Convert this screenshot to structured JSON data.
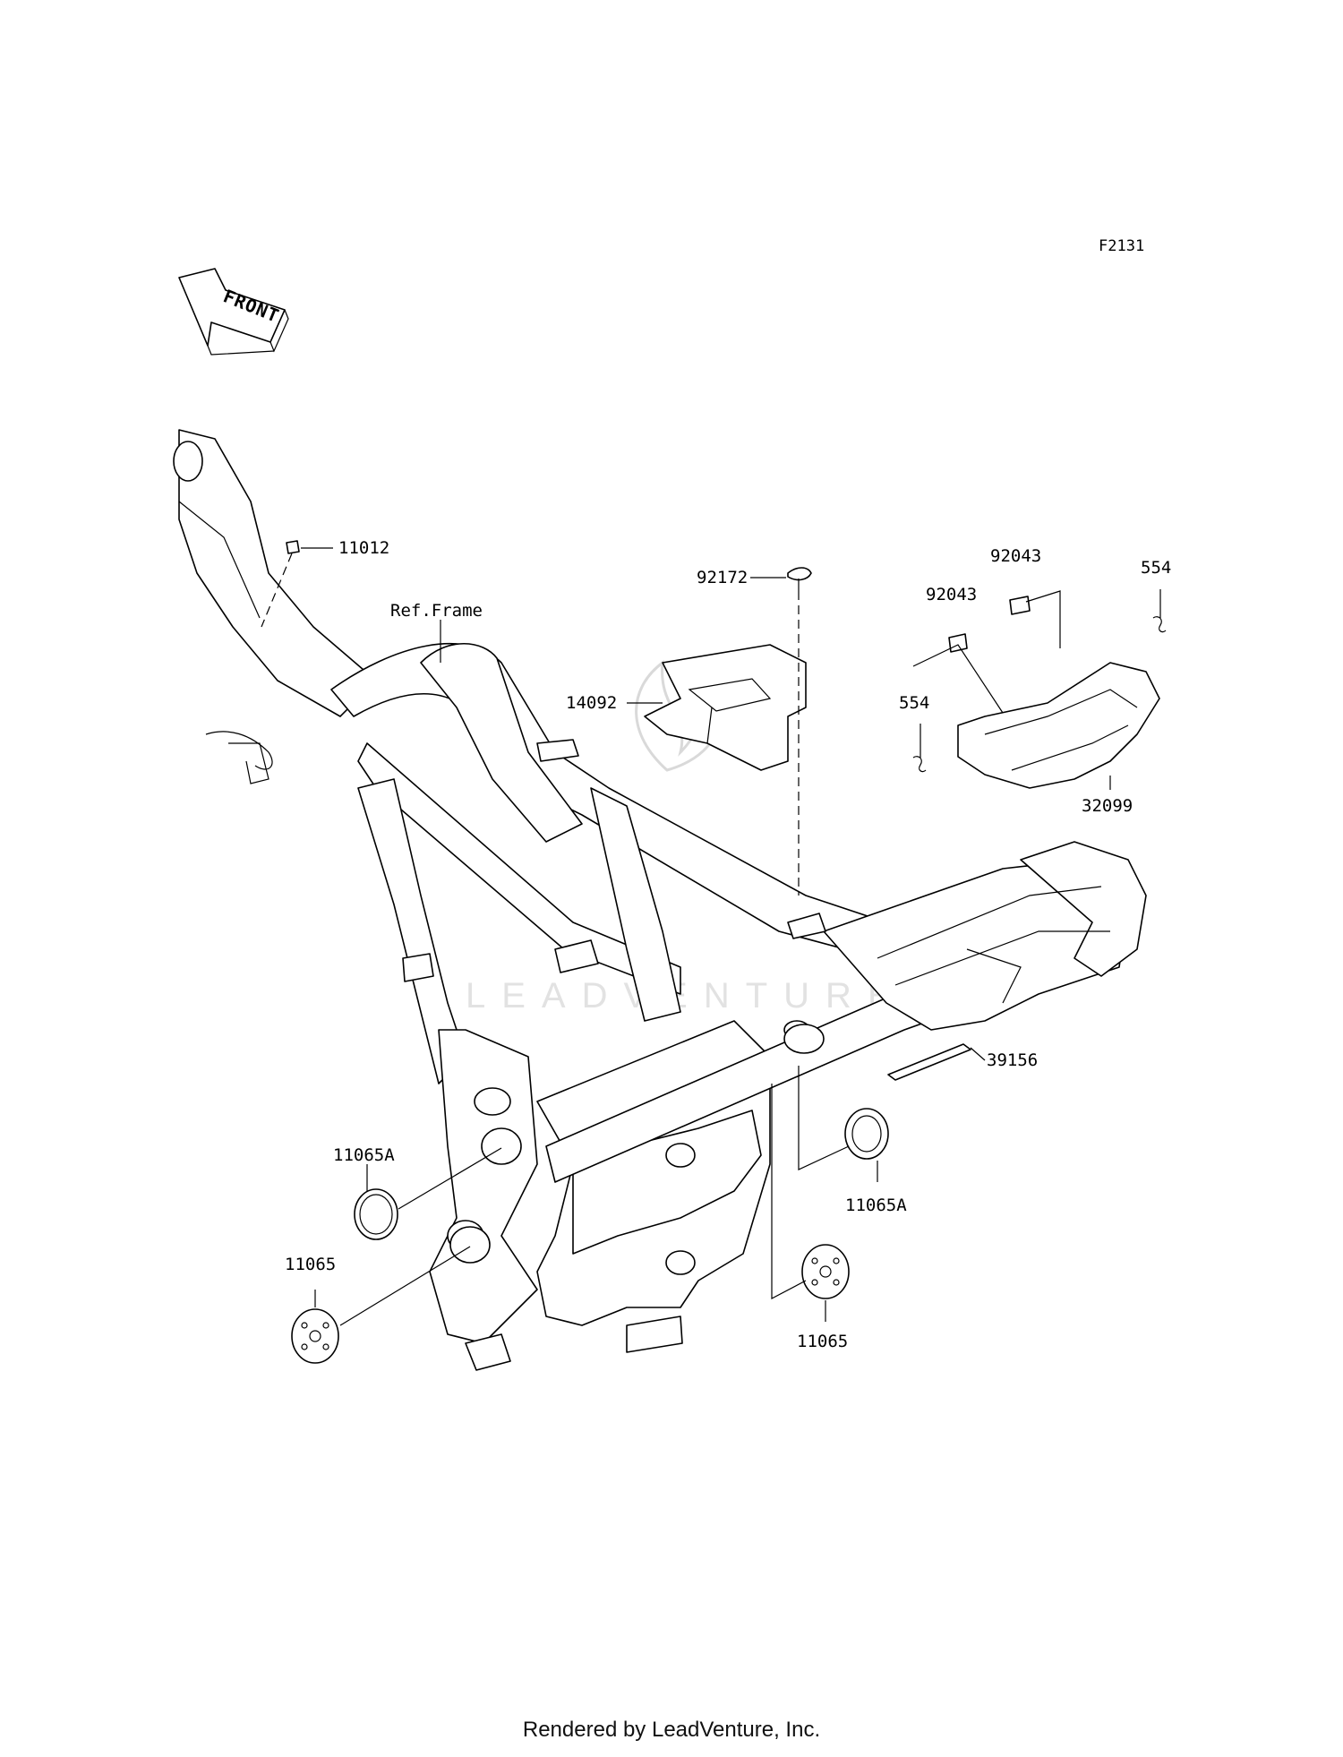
{
  "diagram_code": "F2131",
  "front_label": "FRONT",
  "reference_label": "Ref.Frame",
  "parts": {
    "p11012": "11012",
    "p92172": "92172",
    "p14092": "14092",
    "p92043_a": "92043",
    "p92043_b": "92043",
    "p554_a": "554",
    "p554_b": "554",
    "p32099": "32099",
    "p39156": "39156",
    "p11065A_left": "11065A",
    "p11065_left": "11065",
    "p11065A_right": "11065A",
    "p11065_right": "11065"
  },
  "watermark": "LEADVENTURE",
  "footer": "Rendered by LeadVenture, Inc."
}
